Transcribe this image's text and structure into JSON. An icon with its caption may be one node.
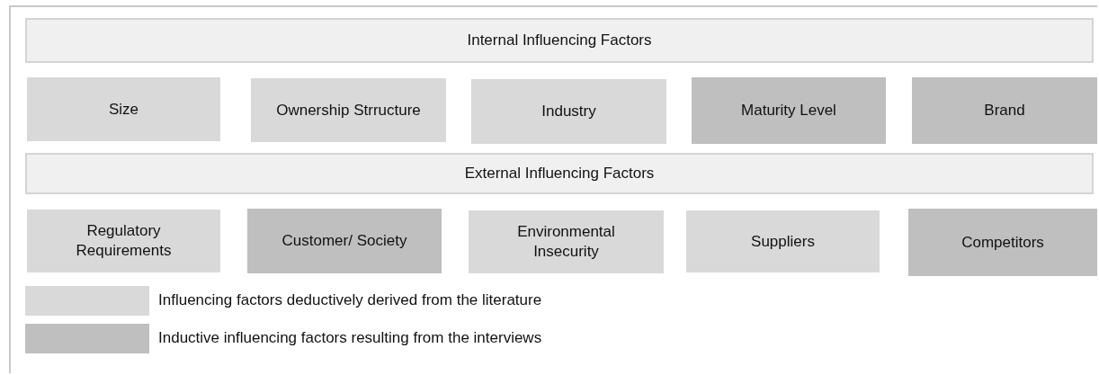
{
  "diagram": {
    "nodes": [
      {
        "text": [
          "Internal Influencing Factors"
        ]
      },
      {
        "text": [
          "Size"
        ]
      },
      {
        "text": [
          "Ownership Strructure"
        ]
      },
      {
        "text": [
          "Industry"
        ]
      },
      {
        "text": [
          "Maturity Level"
        ]
      },
      {
        "text": [
          "Brand"
        ]
      },
      {
        "text": [
          "External Influencing Factors"
        ]
      },
      {
        "text": [
          "Regulatory Requirements"
        ]
      },
      {
        "text": [
          "Customer/ Society"
        ]
      },
      {
        "text": [
          "Environmental Insecurity"
        ]
      },
      {
        "text": [
          "Suppliers"
        ]
      },
      {
        "text": [
          "Competitors"
        ]
      }
    ],
    "legend": [
      {
        "text": "Influencing factors deductively derived from the literature",
        "color": "#d9d9d9"
      },
      {
        "text": "Inductive influencing factors resulting from the interviews",
        "color": "#bfbfbf"
      }
    ]
  }
}
